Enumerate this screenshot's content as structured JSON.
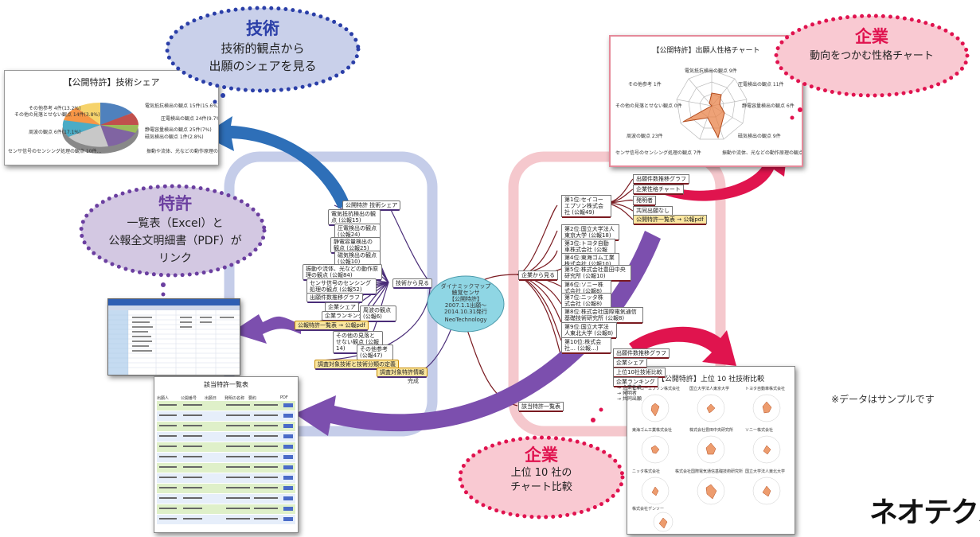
{
  "bubbles": {
    "tech": {
      "head": "技術",
      "line1": "技術的観点から",
      "line2": "出願のシェアを見る"
    },
    "company_top": {
      "head": "企業",
      "line1": "動向をつかむ性格チャート"
    },
    "patent": {
      "head": "特許",
      "line1": "一覧表（Excel）と",
      "line2": "公報全文明細書（PDF）が",
      "line3": "リンク"
    },
    "company_bottom": {
      "head": "企業",
      "line1": "上位 10 社の",
      "line2": "チャート比較"
    }
  },
  "note": "※データはサンプルです",
  "logo": "ネオテクノ",
  "tech_share_doc": {
    "title": "【公開特許】技術シェア",
    "labels": [
      "電気抵抗検出の観点 15件(15.6%)",
      "圧電検出の観点 24件(9.7%)",
      "静電容量検出の観点 25件(7%)",
      "磁気検出の観点 1件(2.8%)",
      "振動や流体、光などの動作原理の観点 84...",
      "センサ信号のセンシング処理の観点 10件...",
      "周波の観点 6件(17.1%)",
      "その他の見落とせない観点 14件(3.8%)",
      "その他参考 4件(13.2%)"
    ]
  },
  "radar_doc": {
    "title": "【公開特許】出願人性格チャート",
    "labels": [
      "電気抵抗検出の観点 9件",
      "圧電検出の観点 11件",
      "静電容量検出の観点 6件",
      "磁気検出の観点 9件",
      "振動や流体、光などの動作原理の観点 20件",
      "センサ信号のセンシング処理の観点 7件",
      "周波の観点 23件",
      "その他の見落とせない観点 0件",
      "その他参考 1件"
    ]
  },
  "center": {
    "line1": "ダイナミックマップ",
    "line2": "触覚センサ",
    "line3": "【公開特許】",
    "line4": "2007.1.1出願〜2014.10.31発行",
    "line5": "NeoTechnology"
  },
  "left_nodes": [
    "公開特許 技術シェア",
    "電気抵抗検出の観点 (公報15)",
    "圧電検出の観点 (公報24)",
    "静電容量検出の観点 (公報25)",
    "磁気検出の観点 (公報10)",
    "振動や流体、光などの動作原理の観点 (公報84)",
    "センサ信号のセンシング処理の観点 (公報52)",
    "出願件数推移グラフ",
    "企業シェア",
    "企業ランキング",
    "周波の観点 (公報6)",
    "公報特許一覧表 → 公報pdf",
    "その他の見落とせない観点 (公報14)",
    "その他参考 (公報47)",
    "調査対象技術と技術分類の定義",
    "技術から見る"
  ],
  "bottom_nodes": [
    "調査対象特許情報",
    "完成"
  ],
  "right_nodes": [
    "第1位:セイコーエプソン株式会社 (公報49)",
    "第2位:国立大学法人東京大学 (公報18)",
    "第3位:トヨタ自動車株式会社 (公報17)",
    "第4位:東海ゴム工業株式会社 (公報10)",
    "第5位:株式会社豊田中央研究所 (公報10)",
    "第6位:ソニー株式会社 (公報8)",
    "第7位:ニッタ株式会社 (公報8)",
    "第8位:株式会社国際電気通信基礎技術研究所 (公報8)",
    "第9位:国立大学法人東北大学 (公報8)",
    "第10位:株式会社… (公報…)",
    "企業から見る",
    "該当特許一覧表"
  ],
  "company_sub_nodes": [
    "出願件数推移グラフ",
    "企業性格チャート",
    "発明者",
    "共同出願なし",
    "公開特許一覧表 → 公報pdf"
  ],
  "company_sub2": [
    "出願件数推移グラフ",
    "企業シェア",
    "上位10社技術比較",
    "企業ランキング",
    "→ 企業性格",
    "→ 発明者",
    "→ 共同出願"
  ],
  "list_doc": {
    "title": "該当特許一覧表",
    "headers": [
      "出願人",
      "公開番号",
      "出願日",
      "発明の名称",
      "要約",
      "PDF"
    ]
  },
  "top10_doc": {
    "title": "【公開特許】上位 10 社技術比較",
    "companies": [
      "セイコーエプソン株式会社",
      "国立大学法人東京大学",
      "トヨタ自動車株式会社",
      "東海ゴム工業株式会社",
      "株式会社豊田中央研究所",
      "ソニー株式会社",
      "ニッタ株式会社",
      "株式会社国際電気通信基礎技術研究所",
      "国立大学法人東北大学",
      "株式会社デンソー"
    ]
  },
  "colors": {
    "tech_bubble_fill": "#c9d0ea",
    "tech_dots": "#2b3fa8",
    "tech_head": "#2b3fa8",
    "company_bubble_fill": "#f9c9d2",
    "company_dots": "#e0134f",
    "company_head": "#e0134f",
    "patent_bubble_fill": "#d3c8e2",
    "patent_dots": "#6b3fa0",
    "patent_head": "#6b3fa0",
    "blue_arrow": "#2e6fb8",
    "pink_arrow": "#e0144e",
    "purple_arrow": "#7c4fae",
    "left_frame": "#c5cde9",
    "right_frame": "#f5c8cd",
    "center_node": "#8fd6e4"
  }
}
